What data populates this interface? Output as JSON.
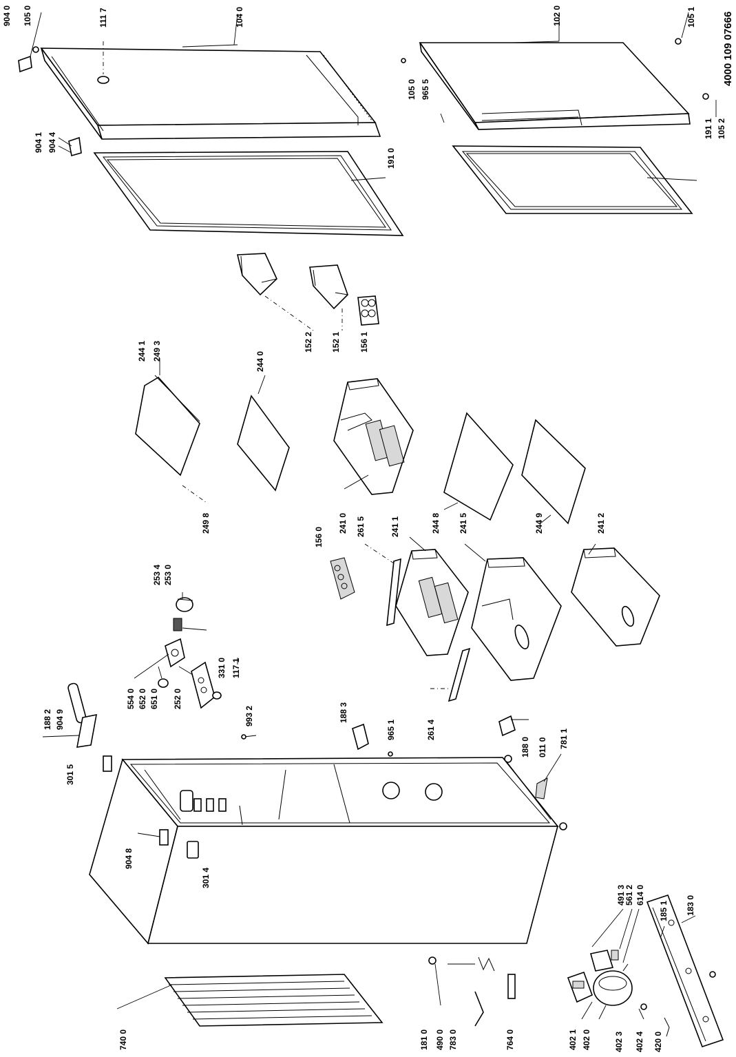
{
  "drawing": {
    "reference_number": "4000 109 07666",
    "labels": {
      "l9040a": "904 0",
      "l1050a": "105 0",
      "l1117": "111 7",
      "l1040": "104 0",
      "l1020": "102 0",
      "l1051": "105 1",
      "l1050b": "105 0",
      "l9655": "965 5",
      "l1911": "191 1",
      "l1052": "105 2",
      "l9041": "904 1",
      "l9044": "904 4",
      "l1910": "191 0",
      "l1522": "152 2",
      "l1521": "152 1",
      "l1561": "156 1",
      "l2441": "244 1",
      "l2493": "249 3",
      "l2440": "244 0",
      "l2498": "249 8",
      "l2410": "241 0",
      "l1560": "156 0",
      "l2615": "261 5",
      "l2411": "241 1",
      "l2448": "244 8",
      "l2415": "241 5",
      "l2449": "244 9",
      "l2412": "241 2",
      "l2534": "253 4",
      "l2530": "253 0",
      "l5540": "554 0",
      "l6520": "652 0",
      "l6510": "651 0",
      "l2520": "252 0",
      "l3310": "331 0",
      "l1171": "117 1",
      "l1882": "188 2",
      "l9049": "904 9",
      "l9932": "993 2",
      "l1883": "188 3",
      "l9651": "965 1",
      "l2614": "261 4",
      "l1880": "188 0",
      "l0110": "011 0",
      "l7811": "781 1",
      "l3015": "301 5",
      "l9048": "904 8",
      "l3014": "301 4",
      "l4913": "491 3",
      "l5612": "561 2",
      "l6140": "614 0",
      "l1851": "185 1",
      "l1830": "183 0",
      "l7400": "740 0",
      "l1810": "181 0",
      "l4900": "490 0",
      "l7830": "783 0",
      "l7640": "764 0",
      "l4021": "402 1",
      "l4020": "402 0",
      "l4023": "402 3",
      "l4024": "402 4",
      "l4200": "420 0"
    }
  }
}
